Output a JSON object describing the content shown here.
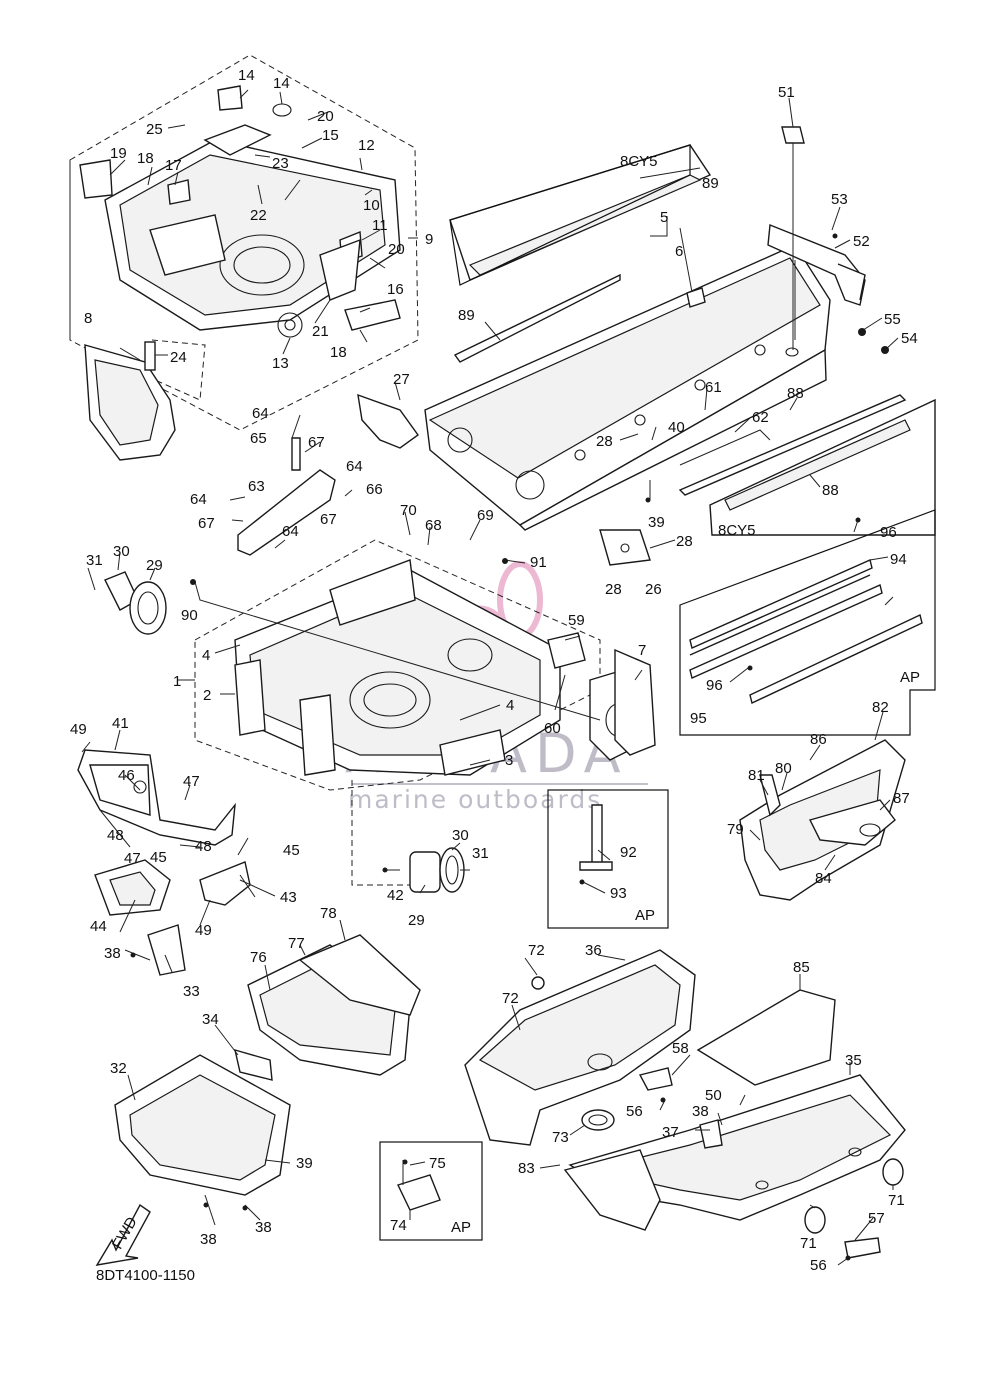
{
  "diagram": {
    "drawing_code": "8DT4100-1150",
    "fwd_label": "FWD",
    "ap_label": "AP",
    "model_label_top": "8CY5",
    "model_label_side": "8CY5",
    "watermark": {
      "main": "ARMADA",
      "sub": "marine outboards",
      "accent_color": "#e8a7c8",
      "text_color": "#aaa6b6"
    },
    "callouts": [
      "1",
      "2",
      "3",
      "4",
      "4",
      "5",
      "6",
      "7",
      "8",
      "9",
      "10",
      "11",
      "12",
      "13",
      "14",
      "14",
      "15",
      "16",
      "17",
      "18",
      "18",
      "19",
      "20",
      "20",
      "21",
      "22",
      "23",
      "24",
      "25",
      "26",
      "27",
      "28",
      "28",
      "28",
      "29",
      "29",
      "30",
      "30",
      "31",
      "31",
      "32",
      "33",
      "34",
      "35",
      "36",
      "37",
      "38",
      "38",
      "38",
      "38",
      "39",
      "39",
      "40",
      "41",
      "42",
      "43",
      "44",
      "45",
      "45",
      "46",
      "47",
      "47",
      "48",
      "48",
      "49",
      "49",
      "50",
      "51",
      "52",
      "53",
      "54",
      "55",
      "56",
      "56",
      "57",
      "58",
      "59",
      "60",
      "61",
      "62",
      "63",
      "64",
      "64",
      "64",
      "64",
      "65",
      "66",
      "67",
      "67",
      "67",
      "68",
      "69",
      "70",
      "71",
      "71",
      "72",
      "72",
      "73",
      "74",
      "75",
      "76",
      "77",
      "78",
      "79",
      "80",
      "81",
      "82",
      "83",
      "84",
      "85",
      "86",
      "87",
      "88",
      "88",
      "89",
      "89",
      "90",
      "91",
      "92",
      "93",
      "94",
      "95",
      "96",
      "96"
    ]
  }
}
